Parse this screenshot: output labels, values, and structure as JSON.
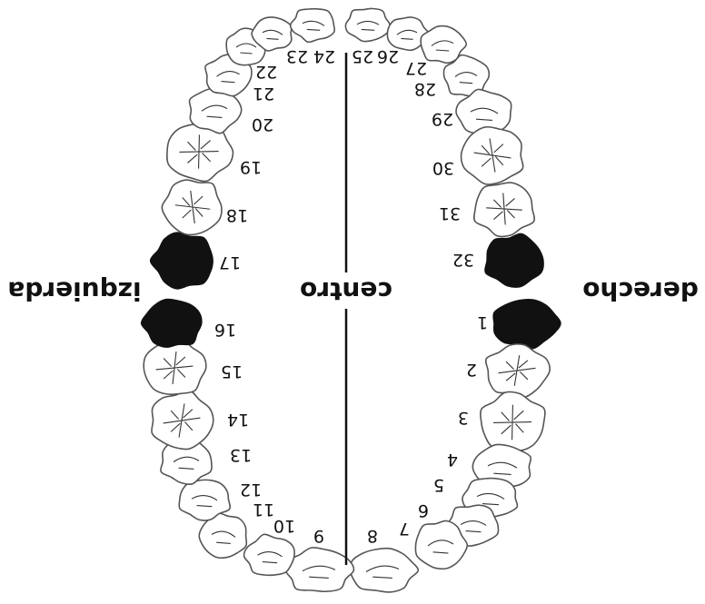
{
  "labels": {
    "right": "derecho",
    "center": "centro",
    "left": "izquierda"
  },
  "teeth": [
    {
      "number": "1",
      "extracted": true
    },
    {
      "number": "2",
      "extracted": false
    },
    {
      "number": "3",
      "extracted": false
    },
    {
      "number": "4",
      "extracted": false
    },
    {
      "number": "5",
      "extracted": false
    },
    {
      "number": "6",
      "extracted": false
    },
    {
      "number": "7",
      "extracted": false
    },
    {
      "number": "8",
      "extracted": false
    },
    {
      "number": "9",
      "extracted": false
    },
    {
      "number": "10",
      "extracted": false
    },
    {
      "number": "11",
      "extracted": false
    },
    {
      "number": "12",
      "extracted": false
    },
    {
      "number": "13",
      "extracted": false
    },
    {
      "number": "14",
      "extracted": false
    },
    {
      "number": "15",
      "extracted": false
    },
    {
      "number": "16",
      "extracted": true
    },
    {
      "number": "17",
      "extracted": true
    },
    {
      "number": "18",
      "extracted": false
    },
    {
      "number": "19",
      "extracted": false
    },
    {
      "number": "20",
      "extracted": false
    },
    {
      "number": "21",
      "extracted": false
    },
    {
      "number": "22",
      "extracted": false
    },
    {
      "number": "23",
      "extracted": false
    },
    {
      "number": "24",
      "extracted": false
    },
    {
      "number": "25",
      "extracted": false
    },
    {
      "number": "26",
      "extracted": false
    },
    {
      "number": "27",
      "extracted": false
    },
    {
      "number": "28",
      "extracted": false
    },
    {
      "number": "29",
      "extracted": false
    },
    {
      "number": "30",
      "extracted": false
    },
    {
      "number": "31",
      "extracted": false
    },
    {
      "number": "32",
      "extracted": true
    }
  ],
  "colors": {
    "extracted_fill": "#111111",
    "tooth_outline": "#555555"
  }
}
